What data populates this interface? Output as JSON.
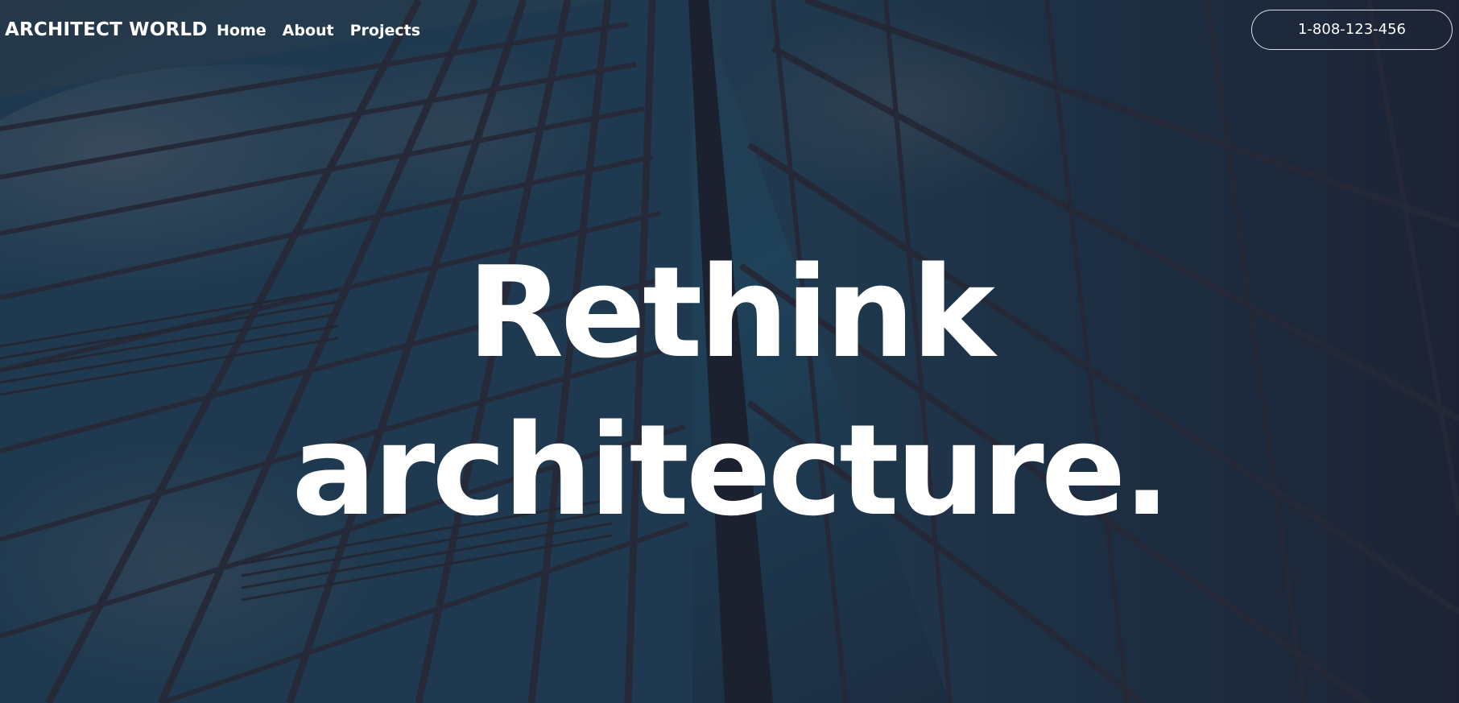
{
  "header": {
    "brand": "ARCHITECT WORLD",
    "nav": [
      {
        "label": "Home"
      },
      {
        "label": "About"
      },
      {
        "label": "Projects"
      }
    ],
    "phone": "1-808-123-456"
  },
  "hero": {
    "line1": "Rethink",
    "line2": "architecture.",
    "background": "skyscraper-glass-facade-photo"
  },
  "colors": {
    "text": "#ffffff",
    "overlay": "#1f2433",
    "glass": "#1d4a66"
  }
}
